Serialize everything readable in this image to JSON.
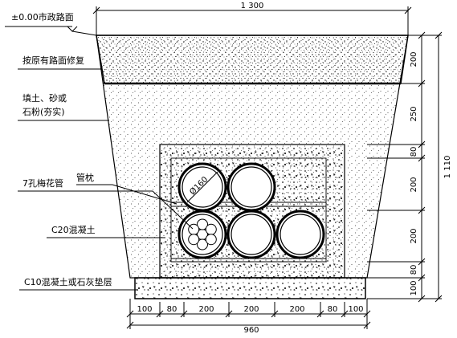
{
  "labels": {
    "road_level": "±0.00市政路面",
    "repair": "按原有路面修复",
    "fill_line1": "填土、砂或",
    "fill_line2": "石粉(夯实)",
    "pipe_name": "7孔梅花管",
    "pipe_pillow": "管枕",
    "diameter": "Ø160",
    "concrete": "C20混凝土",
    "cushion": "C10混凝土或石灰垫层"
  },
  "dims": {
    "top_width": "1 300",
    "bottom_width": "960",
    "bottom_segments": [
      "100",
      "80",
      "200",
      "200",
      "200",
      "80",
      "100"
    ],
    "right_segments": [
      "200",
      "250",
      "80",
      "200",
      "200",
      "80",
      "100"
    ],
    "right_total": "1 110"
  }
}
